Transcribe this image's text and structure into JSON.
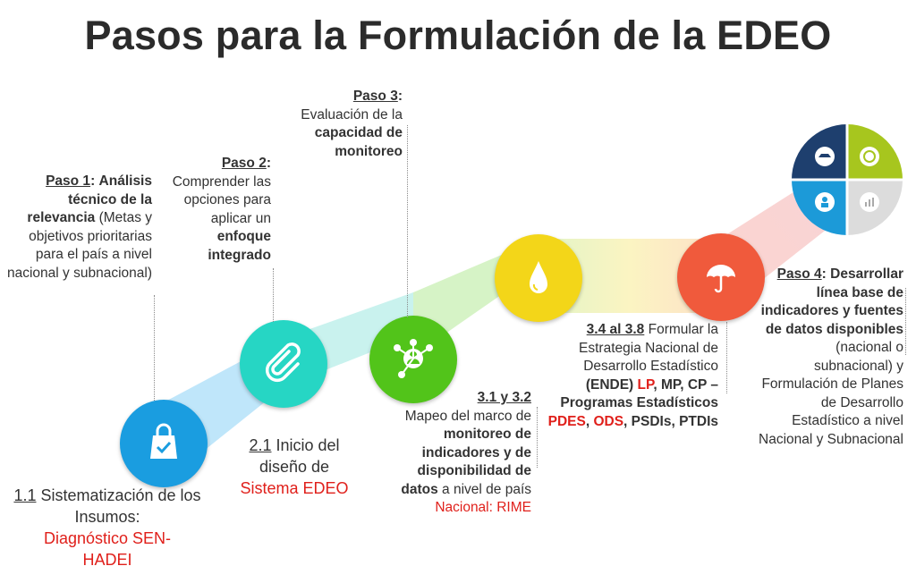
{
  "title": "Pasos para la Formulación de la EDEO",
  "colors": {
    "step1": "#1a9de0",
    "step2": "#26d6c4",
    "step3": "#52c41a",
    "step4": "#f3d619",
    "step5": "#f05a3c",
    "red": "#e0201b"
  },
  "icons": [
    "shopping-bag-check-icon",
    "paperclip-icon",
    "network-person-icon",
    "drop-icon",
    "umbrella-icon",
    "globe-quadrant-icon"
  ],
  "paso1": {
    "heading": "Paso 1",
    "colon": ":",
    "bold": "Análisis técnico de la relevancia",
    "rest": " (Metas y objetivos prioritarias para el país a nivel nacional y subnacional)"
  },
  "paso2": {
    "heading": "Paso 2",
    "colon": ":",
    "text1": "Comprender las opciones para aplicar un ",
    "bold": "enfoque integrado"
  },
  "paso3": {
    "heading": "Paso 3",
    "colon": ":",
    "text1": "Evaluación de la ",
    "bold": "capacidad de monitoreo"
  },
  "paso4": {
    "heading": "Paso 4",
    "colon": ":",
    "bold": "Desarrollar línea base de indicadores y fuentes de datos disponibles",
    "rest": " (nacional o subnacional) y Formulación de Planes de Desarrollo Estadístico a nivel Nacional y Subnacional"
  },
  "s11": {
    "num": "1.1",
    "text": " Sistematización de los Insumos:",
    "red": "Diagnóstico SEN-HADEI"
  },
  "s21": {
    "num": "2.1",
    "text": " Inicio del diseño de",
    "red": "Sistema EDEO"
  },
  "s31": {
    "num": "3.1 y 3.2",
    "t1": "Mapeo del marco de ",
    "b1": "monitoreo de indicadores y de disponibilidad de datos",
    "t2": " a nivel de país",
    "red": "Nacional: RIME"
  },
  "s34": {
    "num": "3.4 al 3.8",
    "t1": " Formular la Estrategia Nacional de Desarrollo Estadístico ",
    "b1": "(ENDE) ",
    "r1": "LP",
    "b2": ", MP, CP – Programas Estadísticos ",
    "r2": "PDES",
    "b3": ", ",
    "r3": "ODS",
    "b4": ", PSDIs, PTDIs"
  }
}
